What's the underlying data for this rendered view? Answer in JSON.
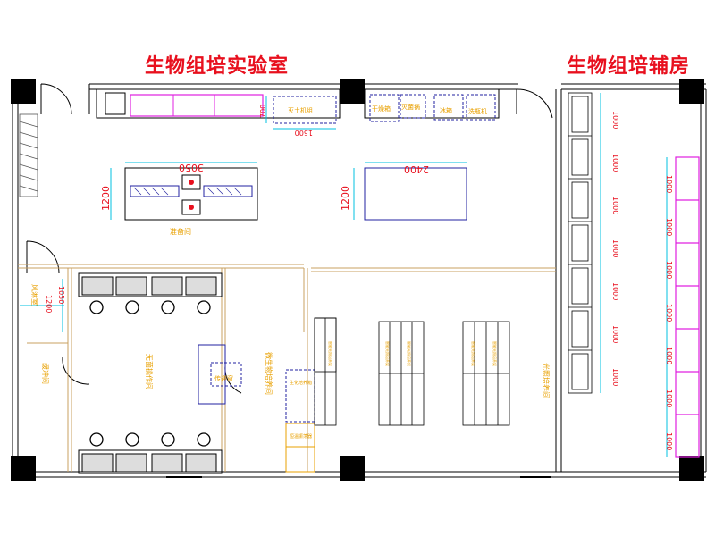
{
  "titles": {
    "left": "生物组培实验室",
    "right": "生物组培辅房"
  },
  "rooms": {
    "prep": "准备间",
    "buffer": "缓冲间",
    "airlock": "风淋室",
    "sterile_op": "无菌操作间",
    "micro_culture": "微生物培养间",
    "light_culture": "光照培养间"
  },
  "equipment": {
    "soil_sterilizer": "灭土机组",
    "dryer": "干燥箱",
    "sterilizer": "灭菌锅",
    "fridge": "冰箱",
    "wash_machine": "洗瓶机",
    "pass_box": "传递窗",
    "culture_rack": "智能光照培养架",
    "incubator": "生化培养箱",
    "shaker": "恒温振荡器"
  },
  "dimensions": {
    "bench_prep_len": "3050",
    "bench_prep_wid": "1200",
    "bench_mid_len": "2400",
    "bench_mid_wid": "1200",
    "soil_unit_len": "1500",
    "soil_unit_wid": "700",
    "airlock_w": "1200",
    "airlock_d": "1050",
    "rack_len": "1000"
  },
  "colors": {
    "wall": "#000000",
    "wall_inner": "#8a8a8a",
    "partition": "#c8a060",
    "dimension": "#00c0e0",
    "dim_text": "#e8101e",
    "title": "#e8101e",
    "bench_outline": "#2020a0",
    "cabinet_magenta": "#e020e0",
    "label_text": "#e8a000",
    "equipment_dashed": "#2020a0"
  }
}
